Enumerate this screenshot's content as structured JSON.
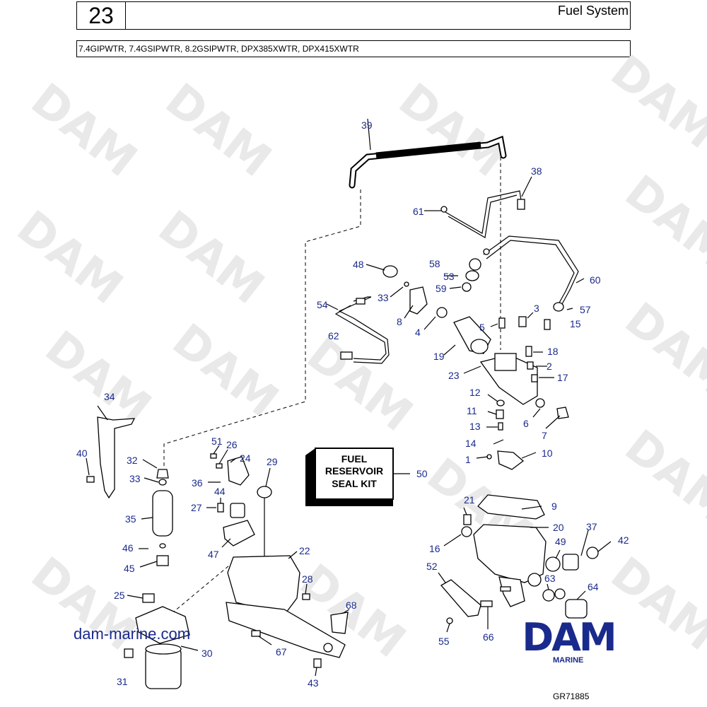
{
  "header": {
    "section_number": "23",
    "section_title": "Fuel System",
    "models": "7.4GIPWTR, 7.4GSIPWTR, 8.2GSIPWTR, DPX385XWTR, DPX415XWTR"
  },
  "watermark": {
    "text": "DAM"
  },
  "callouts": {
    "c1": "1",
    "c2": "2",
    "c3": "3",
    "c4": "4",
    "c5": "5",
    "c6": "6",
    "c7": "7",
    "c8": "8",
    "c9": "9",
    "c10": "10",
    "c11": "11",
    "c12": "12",
    "c13": "13",
    "c14": "14",
    "c15": "15",
    "c16": "16",
    "c17": "17",
    "c18": "18",
    "c19": "19",
    "c20": "20",
    "c21": "21",
    "c22": "22",
    "c23": "23",
    "c24": "24",
    "c25": "25",
    "c26": "26",
    "c27": "27",
    "c28": "28",
    "c29": "29",
    "c30": "30",
    "c31": "31",
    "c32": "32",
    "c33a": "33",
    "c33b": "33",
    "c34": "34",
    "c35": "35",
    "c36": "36",
    "c37": "37",
    "c38": "38",
    "c39": "39",
    "c40": "40",
    "c42": "42",
    "c43": "43",
    "c44": "44",
    "c45": "45",
    "c46": "46",
    "c47": "47",
    "c48": "48",
    "c49": "49",
    "c50": "50",
    "c51": "51",
    "c52": "52",
    "c53": "53",
    "c54": "54",
    "c55": "55",
    "c57": "57",
    "c58": "58",
    "c59": "59",
    "c60": "60",
    "c61": "61",
    "c62": "62",
    "c63": "63",
    "c64": "64",
    "c66": "66",
    "c67": "67",
    "c68": "68"
  },
  "kit_box": {
    "line1": "FUEL",
    "line2": "RESERVOIR",
    "line3": "SEAL KIT"
  },
  "footer": {
    "website": "dam-marine.com",
    "brand": "DAM",
    "brand_sub": "MARINE",
    "figure_ref": "GR71885"
  },
  "colors": {
    "callout": "#1a2a8c",
    "brand": "#1a2a8c",
    "watermark": "#e9e9e9"
  }
}
